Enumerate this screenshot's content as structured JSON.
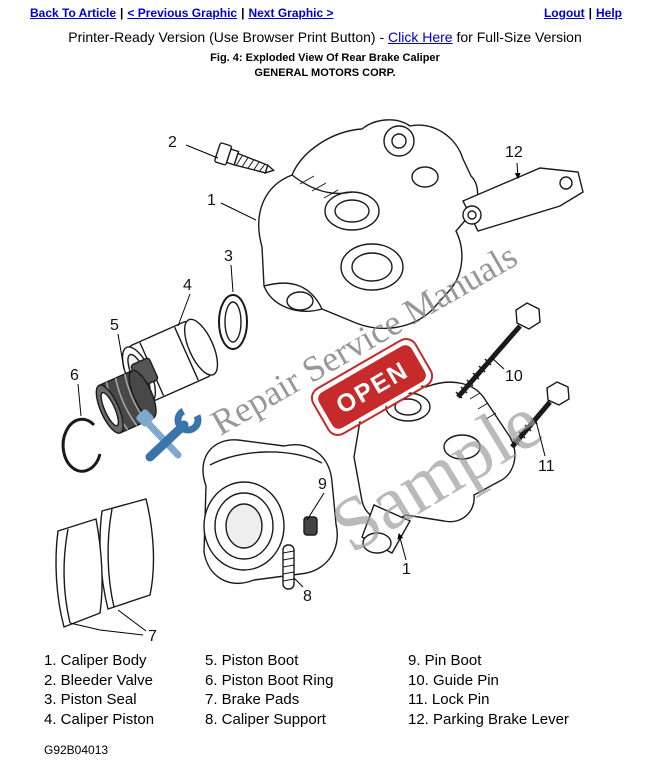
{
  "nav": {
    "back_to_article": "Back To Article",
    "previous_graphic": "< Previous Graphic",
    "next_graphic": "Next Graphic >",
    "logout": "Logout",
    "help": "Help",
    "separator": "|"
  },
  "header": {
    "printer_ready_prefix": "Printer-Ready Version (Use Browser Print Button) - ",
    "click_here_label": "Click Here",
    "printer_ready_suffix": " for Full-Size Version",
    "figure_caption": "Fig. 4: Exploded View Of Rear Brake Caliper",
    "company": "GENERAL MOTORS CORP."
  },
  "diagram": {
    "watermark_brand": "Repair Service Manuals",
    "watermark_sample": "Sample",
    "open_sign_label": "OPEN",
    "watermark_color": "#8a8a8a",
    "open_sign_color": "#c62a2a",
    "callouts": {
      "n1": "1",
      "n1b": "1",
      "n2": "2",
      "n3": "3",
      "n4": "4",
      "n5": "5",
      "n6": "6",
      "n7": "7",
      "n8": "8",
      "n9": "9",
      "n10": "10",
      "n11": "11",
      "n12": "12"
    }
  },
  "legend": {
    "col1": [
      "1. Caliper Body",
      "2. Bleeder Valve",
      "3. Piston Seal",
      "4. Caliper Piston"
    ],
    "col2": [
      "5. Piston Boot",
      "6. Piston Boot Ring",
      "7. Brake Pads",
      "8. Caliper Support"
    ],
    "col3": [
      "9. Pin Boot",
      "10. Guide Pin",
      "11. Lock Pin",
      "12. Parking Brake Lever"
    ]
  },
  "footer": {
    "figure_id": "G92B04013"
  }
}
